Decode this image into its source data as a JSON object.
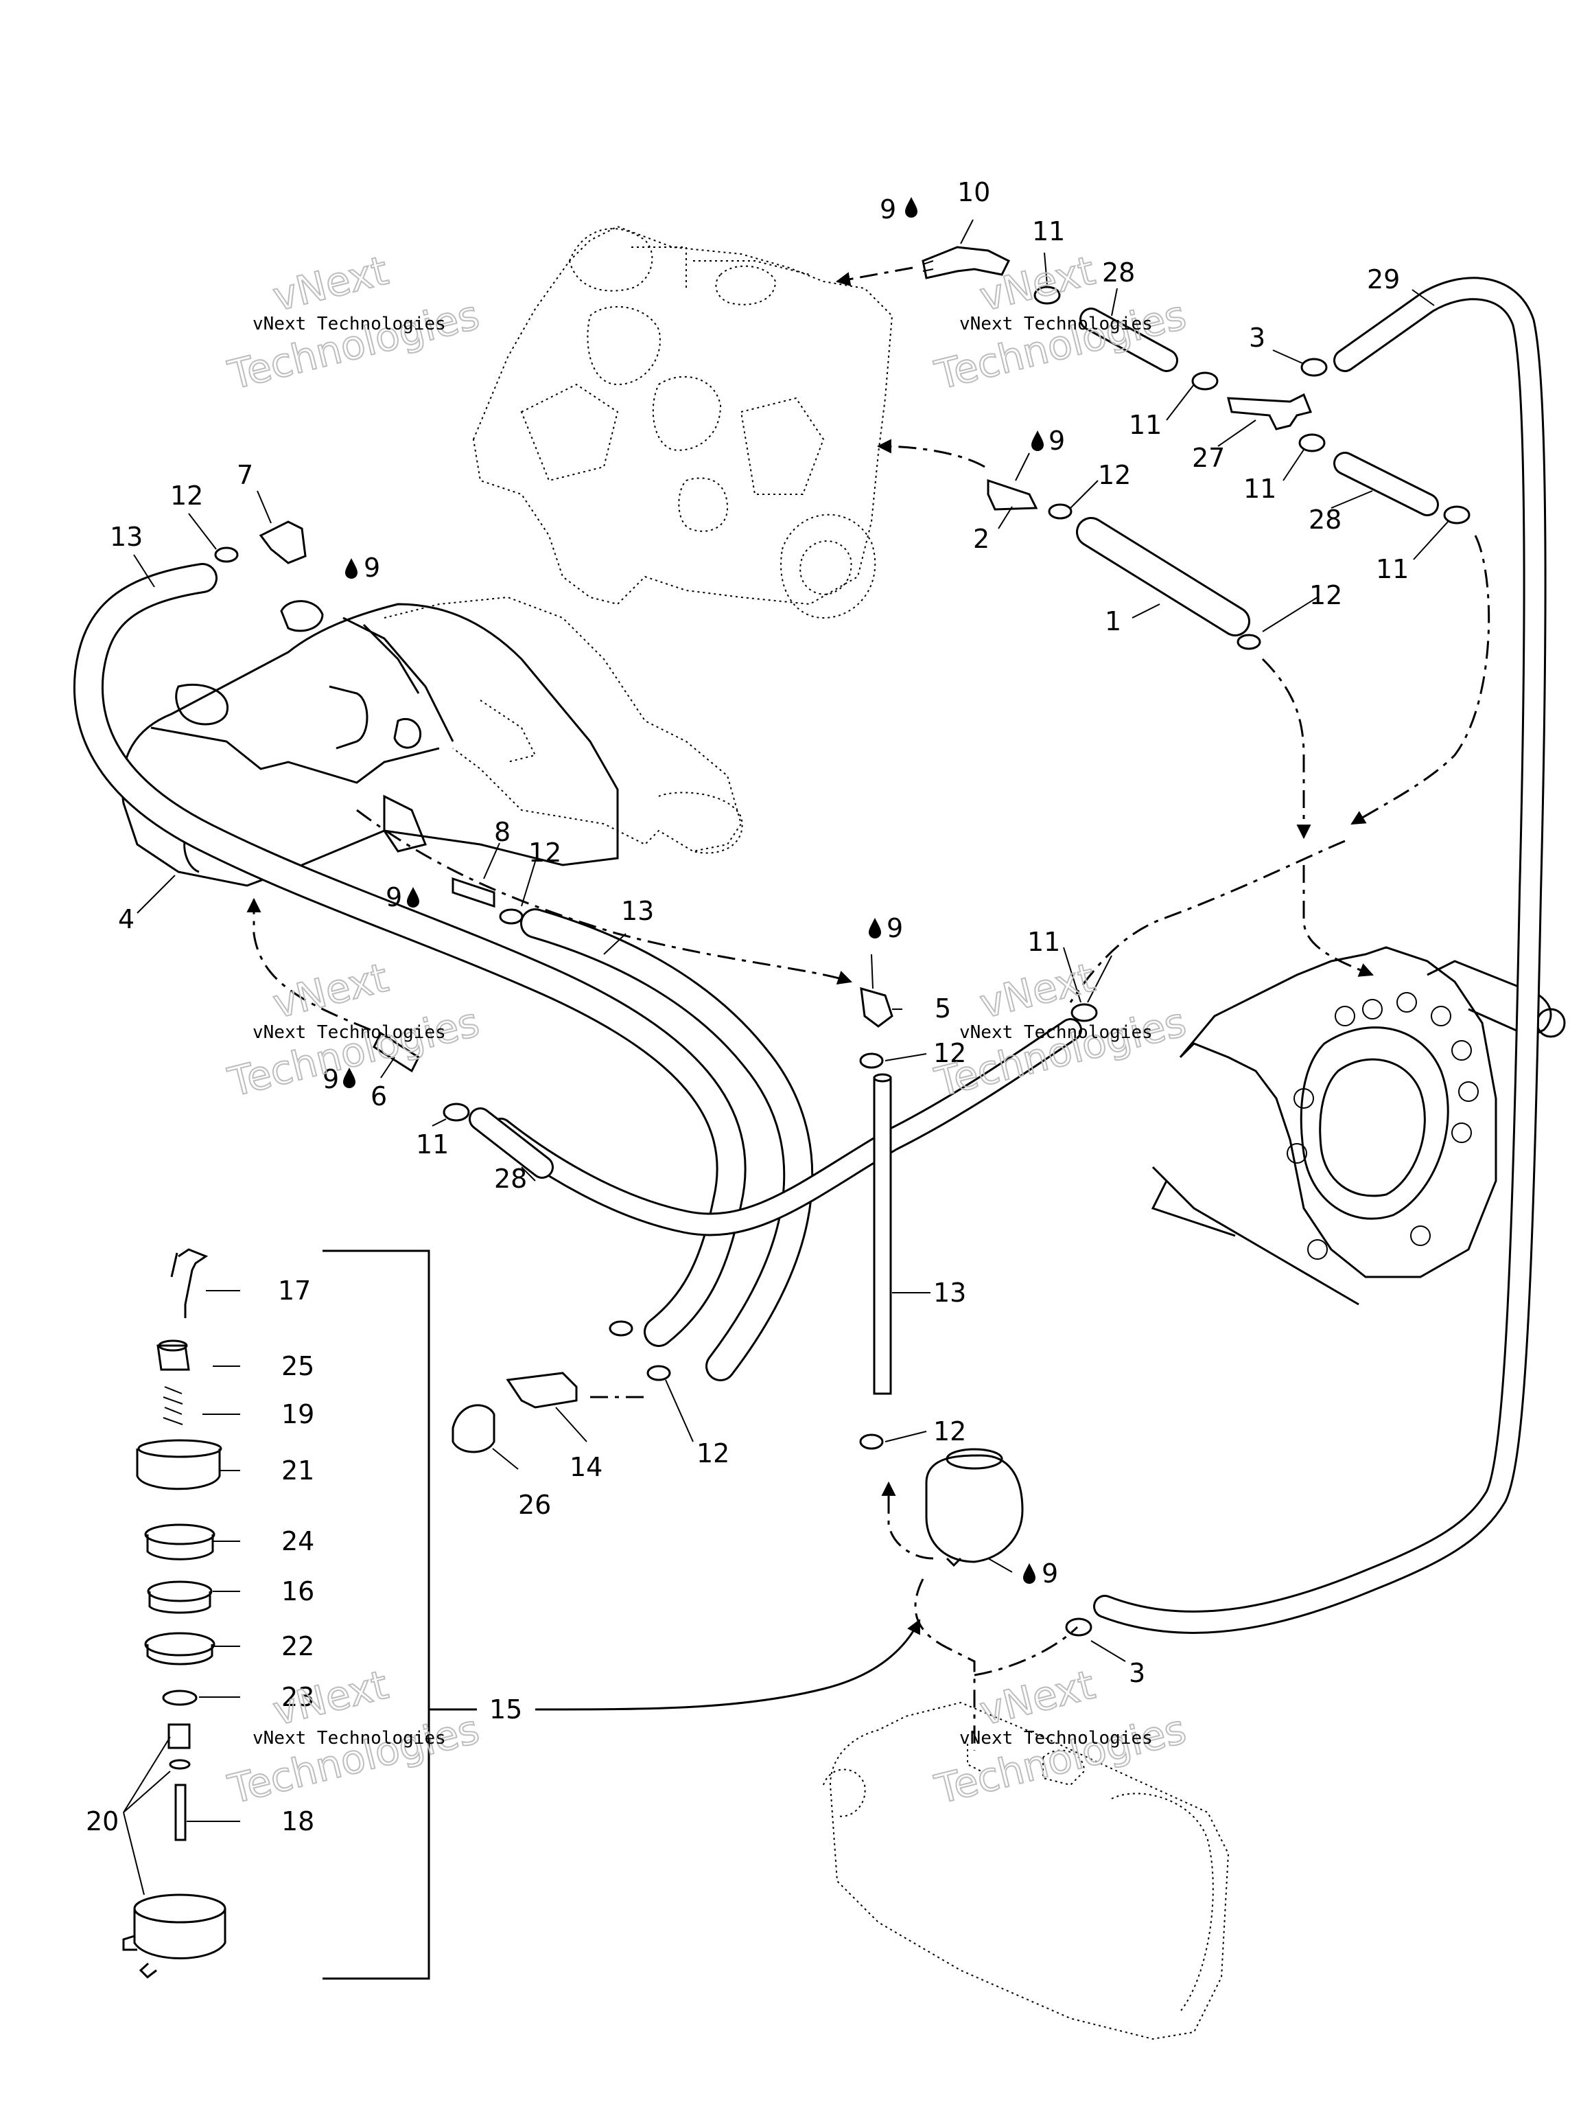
{
  "watermark": {
    "line1": "vNext",
    "line2": "Technologies",
    "small": "vNext Technologies"
  },
  "callouts": {
    "c1": "1",
    "c2": "2",
    "c3a": "3",
    "c3b": "3",
    "c4": "4",
    "c5": "5",
    "c6": "6",
    "c7": "7",
    "c8": "8",
    "c9a": "9",
    "c9b": "9",
    "c9c": "9",
    "c9d": "9",
    "c9e": "9",
    "c9f": "9",
    "c9g": "9",
    "c10": "10",
    "c11a": "11",
    "c11b": "11",
    "c11c": "11",
    "c11d": "11",
    "c11e": "11",
    "c11f": "11",
    "c12a": "12",
    "c12b": "12",
    "c12c": "12",
    "c12d": "12",
    "c12e": "12",
    "c12f": "12",
    "c12g": "12",
    "c13a": "13",
    "c13b": "13",
    "c13c": "13",
    "c14": "14",
    "c15": "15",
    "c16": "16",
    "c17": "17",
    "c18": "18",
    "c19": "19",
    "c20": "20",
    "c21": "21",
    "c22": "22",
    "c23": "23",
    "c24": "24",
    "c25": "25",
    "c26": "26",
    "c27": "27",
    "c28a": "28",
    "c28b": "28",
    "c28c": "28",
    "c29": "29"
  },
  "icons": {
    "sealant": "oil-drop-icon"
  }
}
